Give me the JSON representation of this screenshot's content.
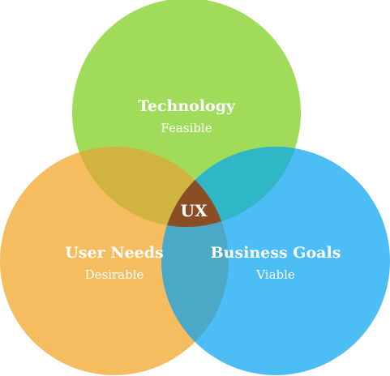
{
  "diagram": {
    "circles": [
      {
        "id": "technology",
        "title": "Technology",
        "subtitle": "Feasible",
        "color": "#a0dc5a"
      },
      {
        "id": "user-needs",
        "title": "User Needs",
        "subtitle": "Desirable",
        "color": "#f5bd60"
      },
      {
        "id": "business-goals",
        "title": "Business Goals",
        "subtitle": "Viable",
        "color": "#4dbdf5"
      }
    ],
    "overlaps": {
      "technology_user": "#d0b43f",
      "technology_business": "#2fb6c7",
      "user_business": "#4ba9c7"
    },
    "center": {
      "label": "UX",
      "color": "#8b4d24"
    }
  }
}
